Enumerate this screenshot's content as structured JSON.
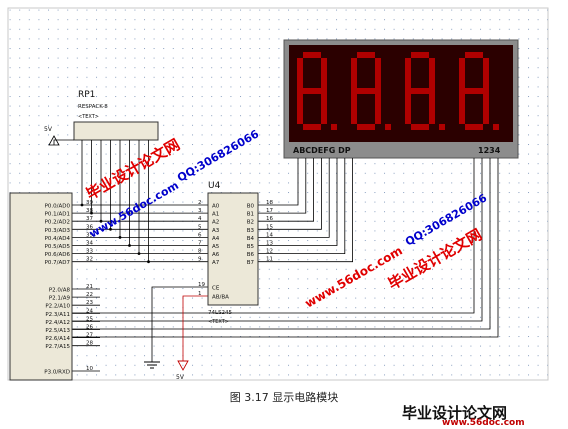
{
  "resistor_pack": {
    "ref": "RP1",
    "part": "RESPACK-8",
    "text": "<TEXT>",
    "supply": "5V"
  },
  "buffer_ic": {
    "ref": "U4",
    "part": "74LS245",
    "text": "<TEXT>",
    "left_pins": [
      {
        "num": "2",
        "name": "A0"
      },
      {
        "num": "3",
        "name": "A1"
      },
      {
        "num": "4",
        "name": "A2"
      },
      {
        "num": "5",
        "name": "A3"
      },
      {
        "num": "6",
        "name": "A4"
      },
      {
        "num": "7",
        "name": "A5"
      },
      {
        "num": "8",
        "name": "A6"
      },
      {
        "num": "9",
        "name": "A7"
      }
    ],
    "right_pins": [
      {
        "num": "18",
        "name": "B0"
      },
      {
        "num": "17",
        "name": "B1"
      },
      {
        "num": "16",
        "name": "B2"
      },
      {
        "num": "15",
        "name": "B3"
      },
      {
        "num": "14",
        "name": "B4"
      },
      {
        "num": "13",
        "name": "B5"
      },
      {
        "num": "12",
        "name": "B6"
      },
      {
        "num": "11",
        "name": "B7"
      }
    ],
    "ctrl_pins": [
      {
        "num": "19",
        "name": "CE"
      },
      {
        "num": "1",
        "name": "AB/BA"
      }
    ]
  },
  "mcu": {
    "port0": [
      {
        "name": "P0.0/AD0",
        "num": "39"
      },
      {
        "name": "P0.1/AD1",
        "num": "38"
      },
      {
        "name": "P0.2/AD2",
        "num": "37"
      },
      {
        "name": "P0.3/AD3",
        "num": "36"
      },
      {
        "name": "P0.4/AD4",
        "num": "35"
      },
      {
        "name": "P0.5/AD5",
        "num": "34"
      },
      {
        "name": "P0.6/AD6",
        "num": "33"
      },
      {
        "name": "P0.7/AD7",
        "num": "32"
      }
    ],
    "port2": [
      {
        "name": "P2.0/A8",
        "num": "21"
      },
      {
        "name": "P2.1/A9",
        "num": "22"
      },
      {
        "name": "P2.2/A10",
        "num": "23"
      },
      {
        "name": "P2.3/A11",
        "num": "24"
      },
      {
        "name": "P2.4/A12",
        "num": "25"
      },
      {
        "name": "P2.5/A13",
        "num": "26"
      },
      {
        "name": "P2.6/A14",
        "num": "27"
      },
      {
        "name": "P2.7/A15",
        "num": "28"
      }
    ],
    "port3": [
      {
        "name": "P3.0/RXD",
        "num": "10"
      }
    ]
  },
  "display": {
    "digits": "8888",
    "segment_label": "ABCDEFG DP",
    "digit_label": "1234"
  },
  "power_label": "5V",
  "watermarks": {
    "site_cn": "毕业设计论文网",
    "site_url": "www.56doc.com",
    "qq": "QQ:306826066"
  },
  "caption": "图 3.17    显示电路模块",
  "footer": {
    "logo_text": "毕业设计论文网",
    "url": "www.56doc.com"
  },
  "colors": {
    "display_bg": "#2b0000",
    "segment_on": "#b00000",
    "display_frame": "#8c8c8c",
    "chip_fill": "#ece8d8",
    "wire": "#000000",
    "power_wire": "#c00000",
    "watermark_red": "#e00000",
    "watermark_blue": "#0000cc",
    "grid_dot": "#8aa0c0"
  }
}
